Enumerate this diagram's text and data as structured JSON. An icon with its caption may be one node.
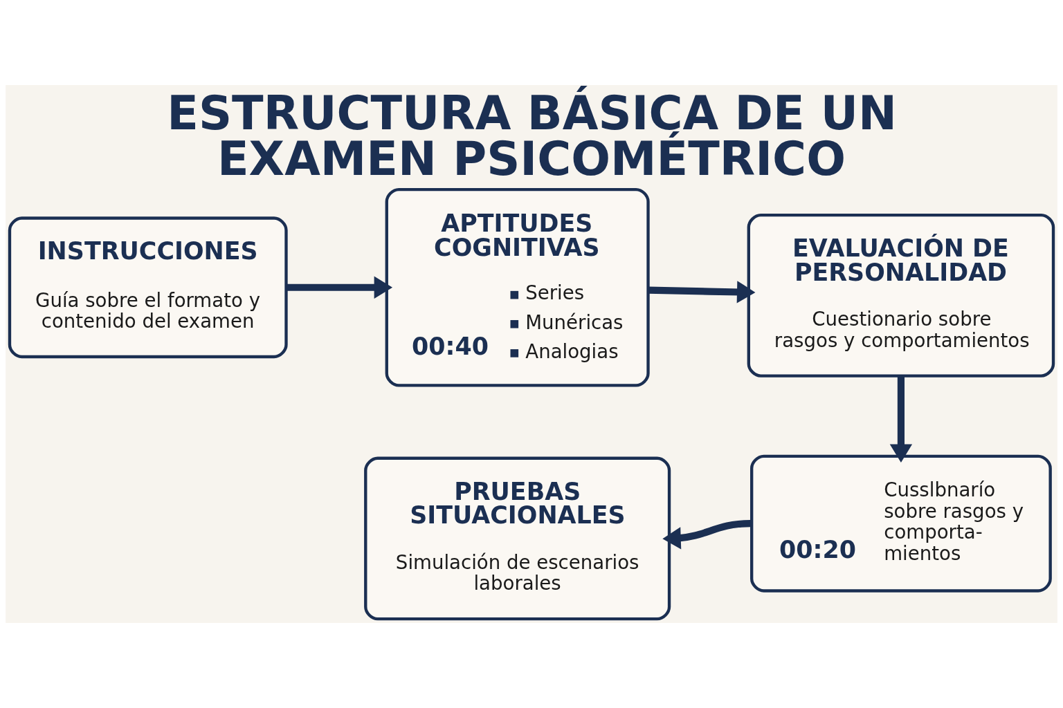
{
  "diagram": {
    "title": "ESTRUCTURA BÁSICA DE UN EXAMEN PSICOMÉTRICO",
    "nodes": [
      {
        "text": [
          "INSTRUCCIONES",
          "Guía sobre el formato y contenido del examen"
        ]
      },
      {
        "text": [
          "APTITUDES COGNITIVAS",
          "00:40",
          "Series",
          "Munéricas",
          "Analogias"
        ]
      },
      {
        "text": [
          "EVALUACIÓN DE PERSONALIDAD",
          "Cuestionario sobre rasgos y comportamientos"
        ]
      },
      {
        "text": [
          "00:20",
          "Cusslbnarío sobre rasgos y comporta- mientos"
        ]
      },
      {
        "text": [
          "PRUEBAS SITUACIONALES",
          "Simulación de escenarios laborales"
        ]
      }
    ],
    "edges": [
      {
        "from": 0,
        "to": 1,
        "arrow": "to"
      },
      {
        "from": 1,
        "to": 2,
        "arrow": "to"
      },
      {
        "from": 2,
        "to": 3,
        "arrow": "to"
      },
      {
        "from": 3,
        "to": 4,
        "arrow": "to"
      }
    ]
  }
}
